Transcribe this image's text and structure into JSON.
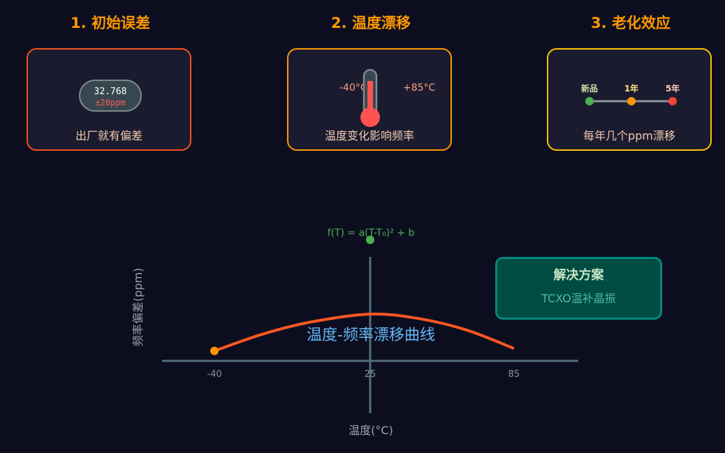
{
  "sections": [
    {
      "title": "1. 初始误差",
      "caption": "出厂就有偏差",
      "border_color": "#f4511e"
    },
    {
      "title": "2. 温度漂移",
      "caption": "温度变化影响频率",
      "border_color": "#ff9800"
    },
    {
      "title": "3. 老化效应",
      "caption": "每年几个ppm漂移",
      "border_color": "#ffc107"
    }
  ],
  "crystal": {
    "frequency": "32.768",
    "tolerance": "±20ppm"
  },
  "thermometer": {
    "low": "-40°C",
    "high": "+85°C",
    "color": "#ff5252"
  },
  "aging": {
    "labels": [
      {
        "text": "新品",
        "color": "#4caf50"
      },
      {
        "text": "1年",
        "color": "#ff9800"
      },
      {
        "text": "5年",
        "color": "#f44336"
      }
    ]
  },
  "formula": "f(T) = a(T-T₀)² + b",
  "curve_title": "温度-频率漂移曲线",
  "solution": {
    "title": "解决方案",
    "subtitle": "TCXO温补晶振"
  },
  "chart_data": {
    "type": "line",
    "xlabel": "温度(°C)",
    "ylabel": "频率偏差(ppm)",
    "x_ticks": [
      -40,
      25,
      85
    ],
    "series": [
      {
        "x": [
          -40,
          -20,
          0,
          25,
          45,
          65,
          85
        ],
        "y": [
          -11.9,
          -6.5,
          -2.6,
          0,
          -1.4,
          -5.1,
          -11.1
        ],
        "color": "#ff5722"
      }
    ],
    "markers": [
      {
        "x": -40,
        "y": -11.9,
        "color": "#ff9800"
      },
      {
        "x": 25,
        "y": 24,
        "color": "#4caf50"
      }
    ]
  }
}
